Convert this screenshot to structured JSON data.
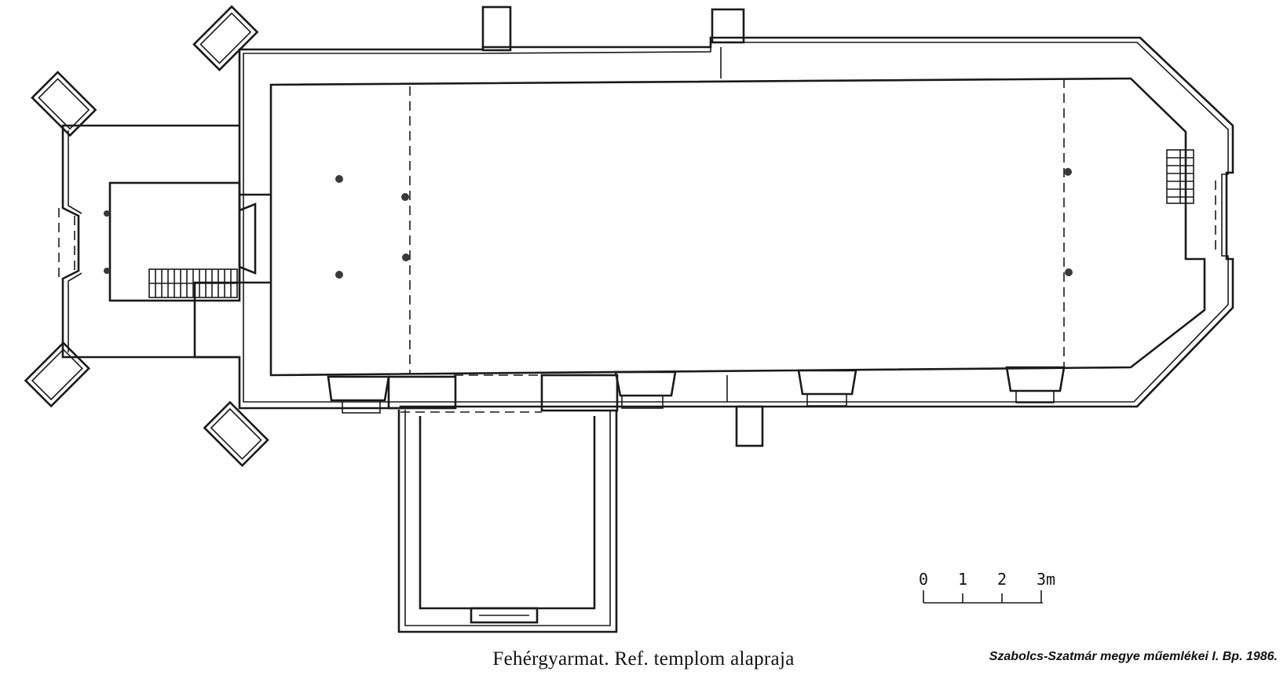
{
  "caption": "Fehérgyarmat. Ref. templom alapraja",
  "source": "Szabolcs-Szatmár megye műemlékei I. Bp. 1986.",
  "scale_bar": {
    "labels": [
      "0",
      "1",
      "2",
      "3m"
    ]
  }
}
